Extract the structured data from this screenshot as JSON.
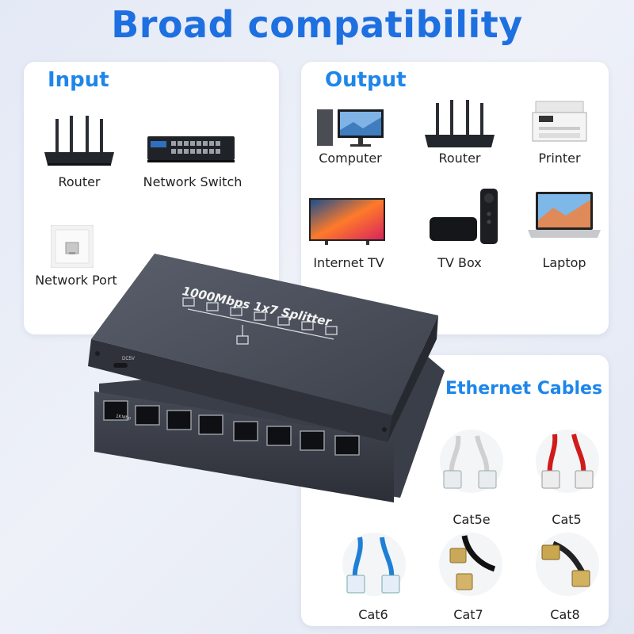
{
  "title": "Broad compatibility",
  "input": {
    "heading": "Input",
    "items": [
      "Router",
      "Network Switch",
      "Network Port"
    ]
  },
  "output": {
    "heading": "Output",
    "items": [
      "Computer",
      "Router",
      "Printer",
      "Internet TV",
      "TV Box",
      "Laptop"
    ]
  },
  "cables": {
    "heading": "Ethernet Cables",
    "items": [
      "Cat5e",
      "Cat5",
      "Cat6",
      "Cat7",
      "Cat8"
    ]
  },
  "device": {
    "label": "1000Mbps 1x7 Splitter",
    "port_text": "DC5V",
    "port_label": "1KMbp"
  },
  "colors": {
    "title": "#1e6fe0",
    "heading": "#1e86ea",
    "device_body": "#4a4f5c"
  }
}
